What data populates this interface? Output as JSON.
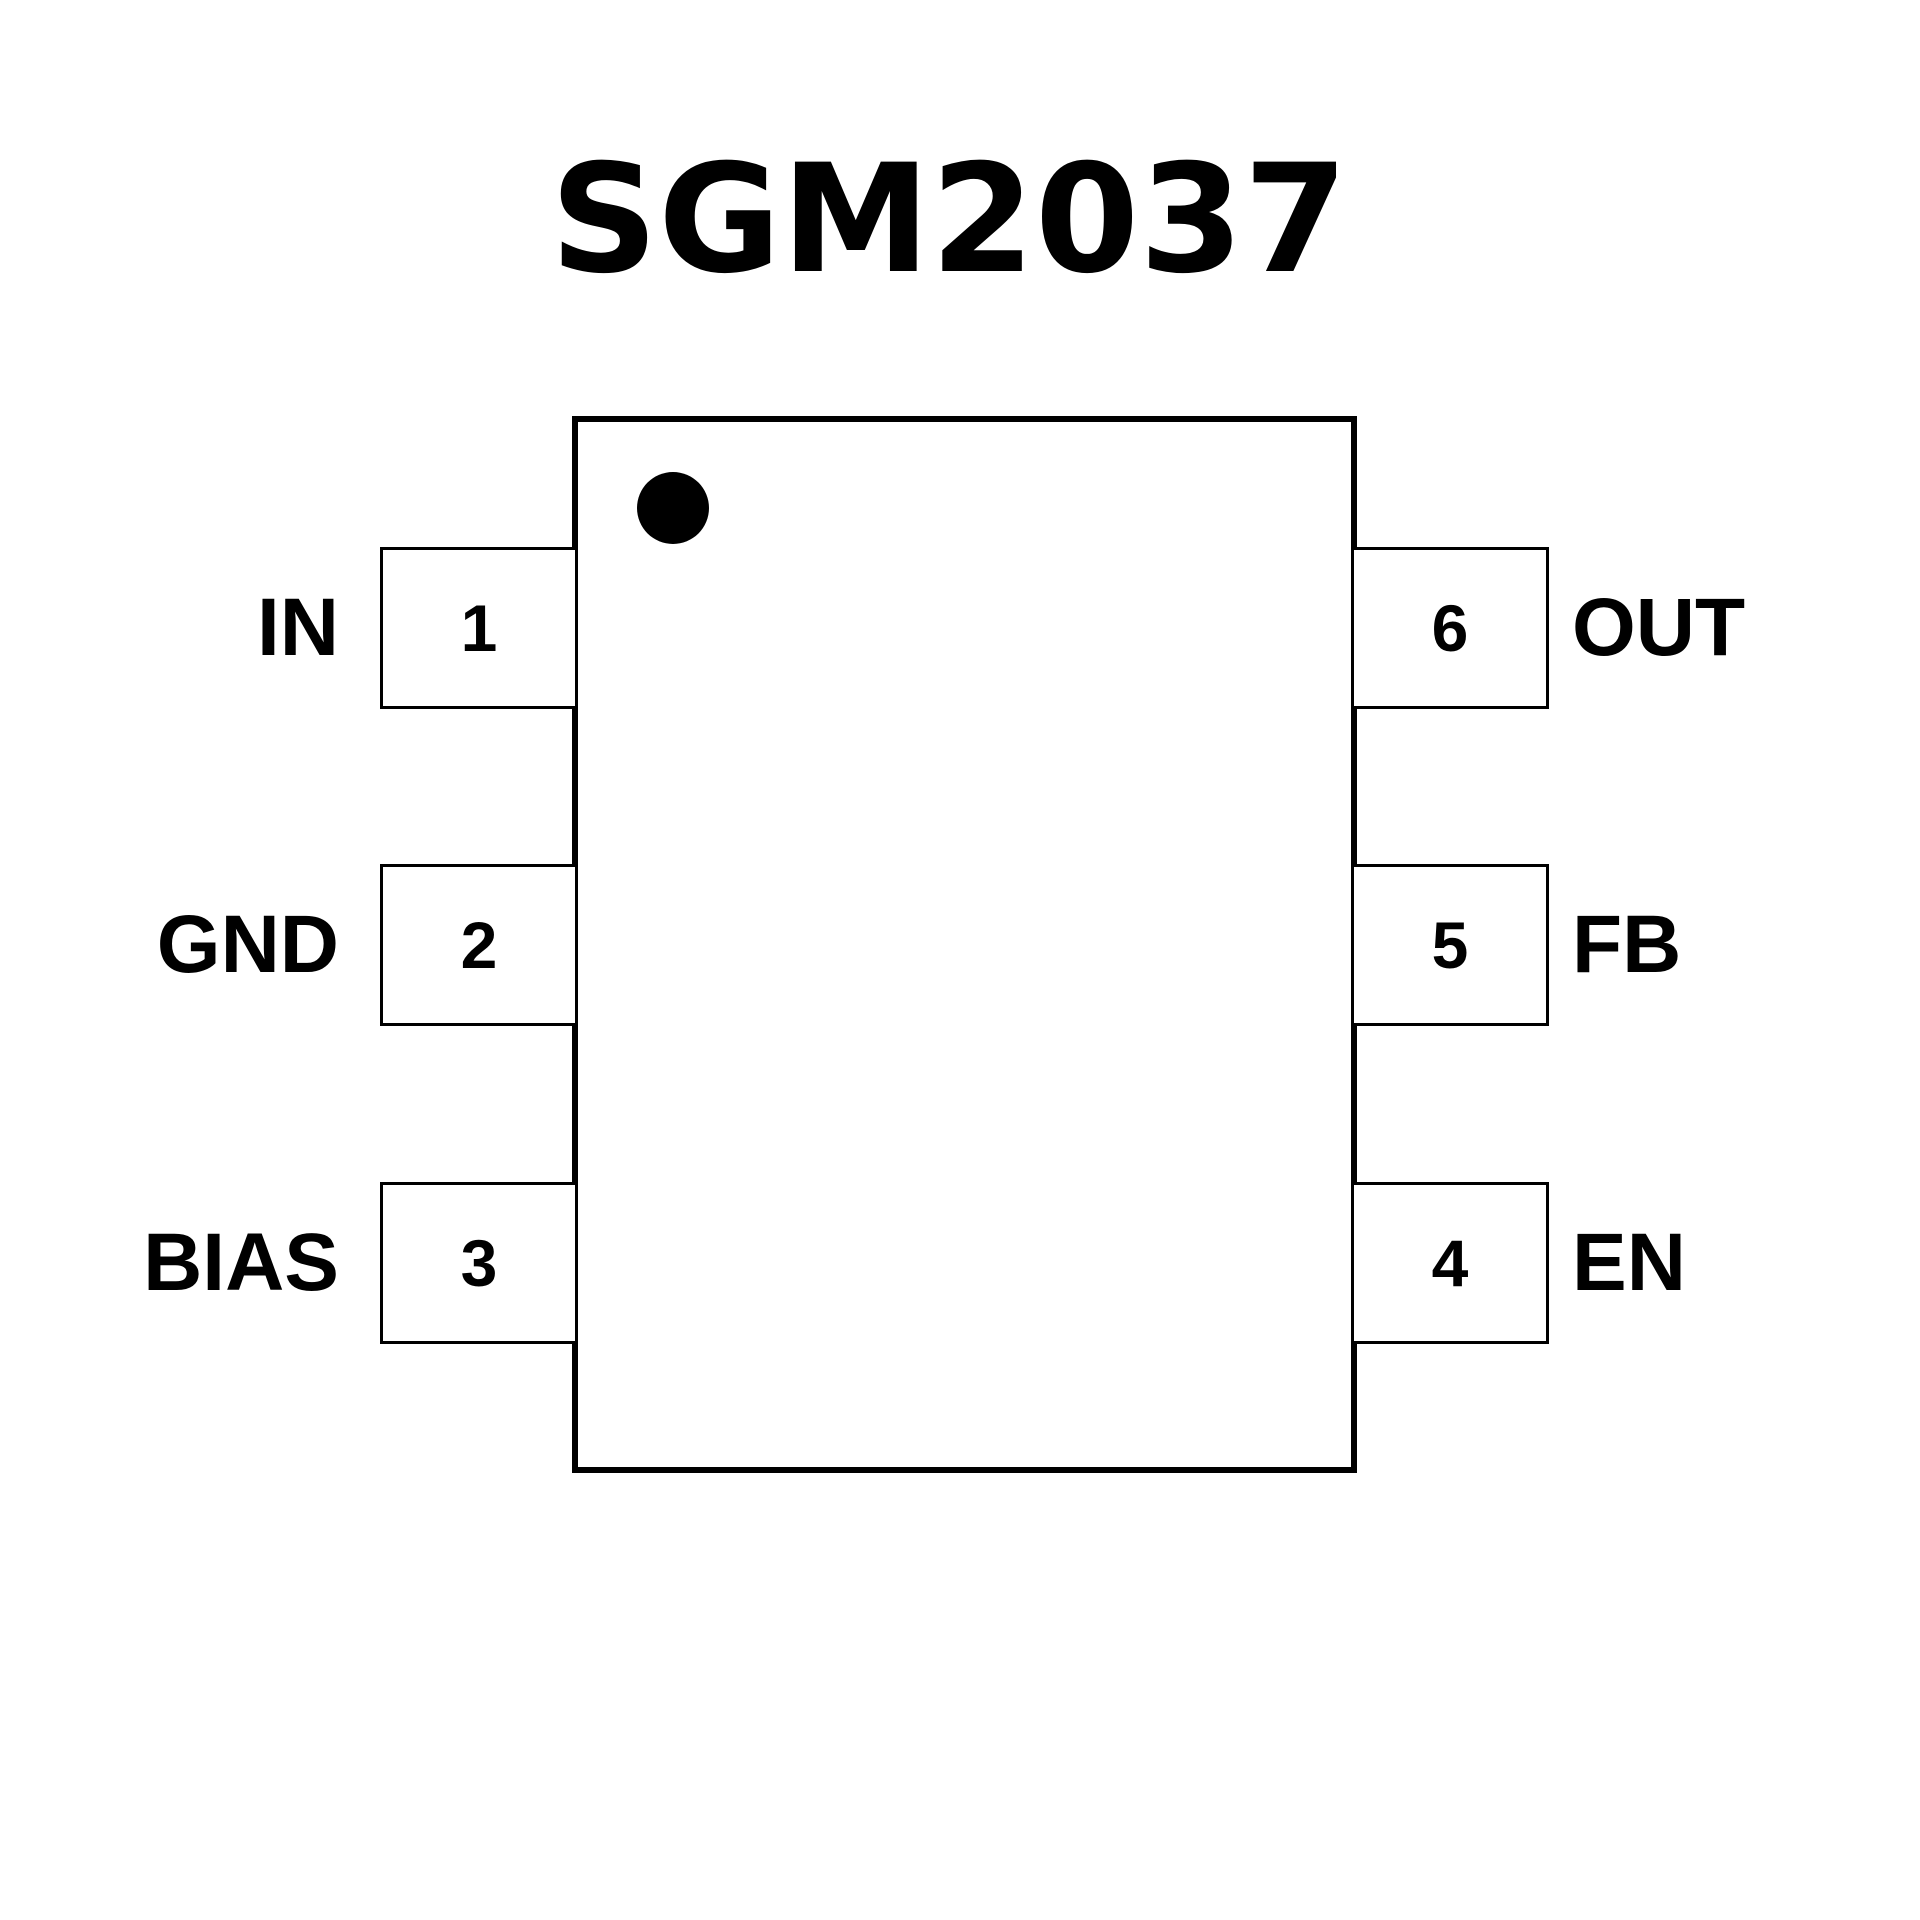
{
  "title": "SGM2037",
  "pins": [
    {
      "number": "1",
      "name": "IN"
    },
    {
      "number": "2",
      "name": "GND"
    },
    {
      "number": "3",
      "name": "BIAS"
    },
    {
      "number": "4",
      "name": "EN"
    },
    {
      "number": "5",
      "name": "FB"
    },
    {
      "number": "6",
      "name": "OUT"
    }
  ]
}
